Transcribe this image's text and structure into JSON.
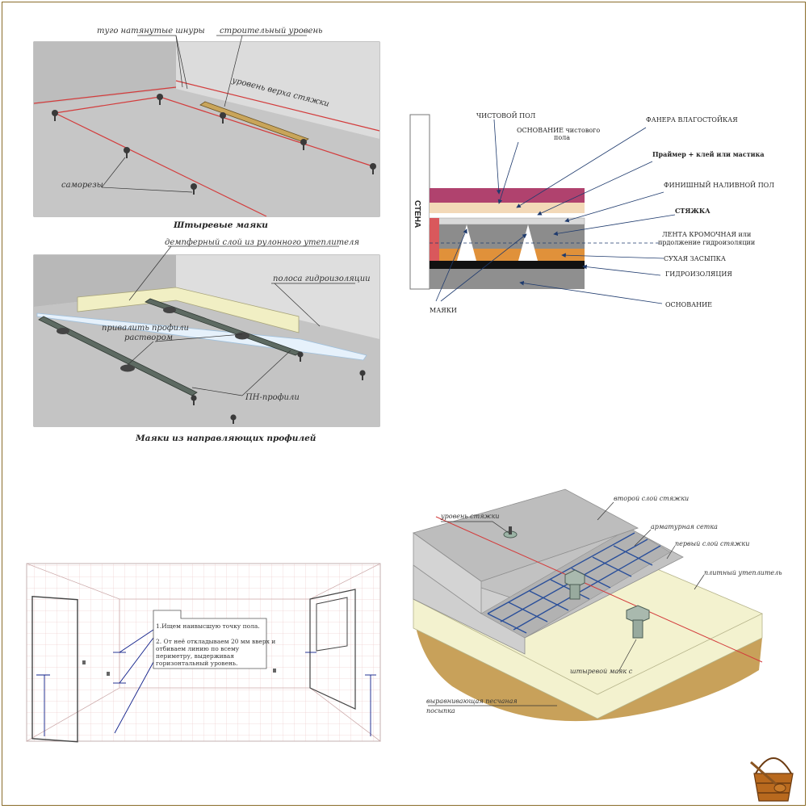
{
  "panel1": {
    "label_cords": "туго натянутые шнуры",
    "label_level": "строительный уровень",
    "label_top": "уровень верха стяжки",
    "label_screws": "саморезы",
    "caption": "Штыревые маяки"
  },
  "panel2": {
    "label_damper": "демпферный слой из рулонного утеплителя",
    "label_strip": "полоса гидроизоляции",
    "label_attach_1": "привалить профили",
    "label_attach_2": "раствором",
    "label_profiles": "ПН-профили",
    "caption": "Маяки из направляющих профилей"
  },
  "panel3": {
    "wall": "СТЕНА",
    "finish_floor": "ЧИСТОВОЙ ПОЛ",
    "base_finish_1": "ОСНОВАНИЕ чистового",
    "base_finish_2": "пола",
    "plywood": "ФАНЕРА ВЛАГОСТОЙКАЯ",
    "primer": "Праймер + клей или мастика",
    "self_level": "ФИНИШНЫЙ НАЛИВНОЙ ПОЛ",
    "screed": "СТЯЖКА",
    "edge_tape_1": "ЛЕНТА КРОМОЧНАЯ или",
    "edge_tape_2": "прдолжение гидроизоляции",
    "dry_fill": "СУХАЯ ЗАСЫПКА",
    "waterproof": "ГИДРОИЗОЛЯЦИЯ",
    "beacons": "МАЯКИ",
    "base": "ОСНОВАНИЕ"
  },
  "panel4": {
    "note_1": "1.Ищем наивысшую точку пола.",
    "note_2a": "2. От неё откладываем 20 мм вверх и",
    "note_2b": "отбиваем линию по всему",
    "note_2c": "периметру, выдерживая",
    "note_2d": "горизонтальный уровень."
  },
  "panel5": {
    "screed_level": "уровень стяжки",
    "second_layer": "второй слой стяжки",
    "mesh": "арматурная сетка",
    "first_layer": "первый слой стяжки",
    "insulation": "плитный утеплитель",
    "pin_beacon": "штыревой маяк с",
    "sand_1": "выравнивающая песчаная",
    "sand_2": "посыпка"
  },
  "colors": {
    "frame": "#8a6d2a",
    "wall_gray": "#cfcfcf",
    "floor_gray": "#c9c9c9",
    "red_line": "#d33c3c",
    "plywood": "#b0426e",
    "base_finish": "#f3d9b8",
    "dry_fill": "#e0913a",
    "screed": "#8c8c8c",
    "insulation": "#f3f2cf",
    "sand": "#c8a15a",
    "mesh": "#2a4f9a"
  }
}
